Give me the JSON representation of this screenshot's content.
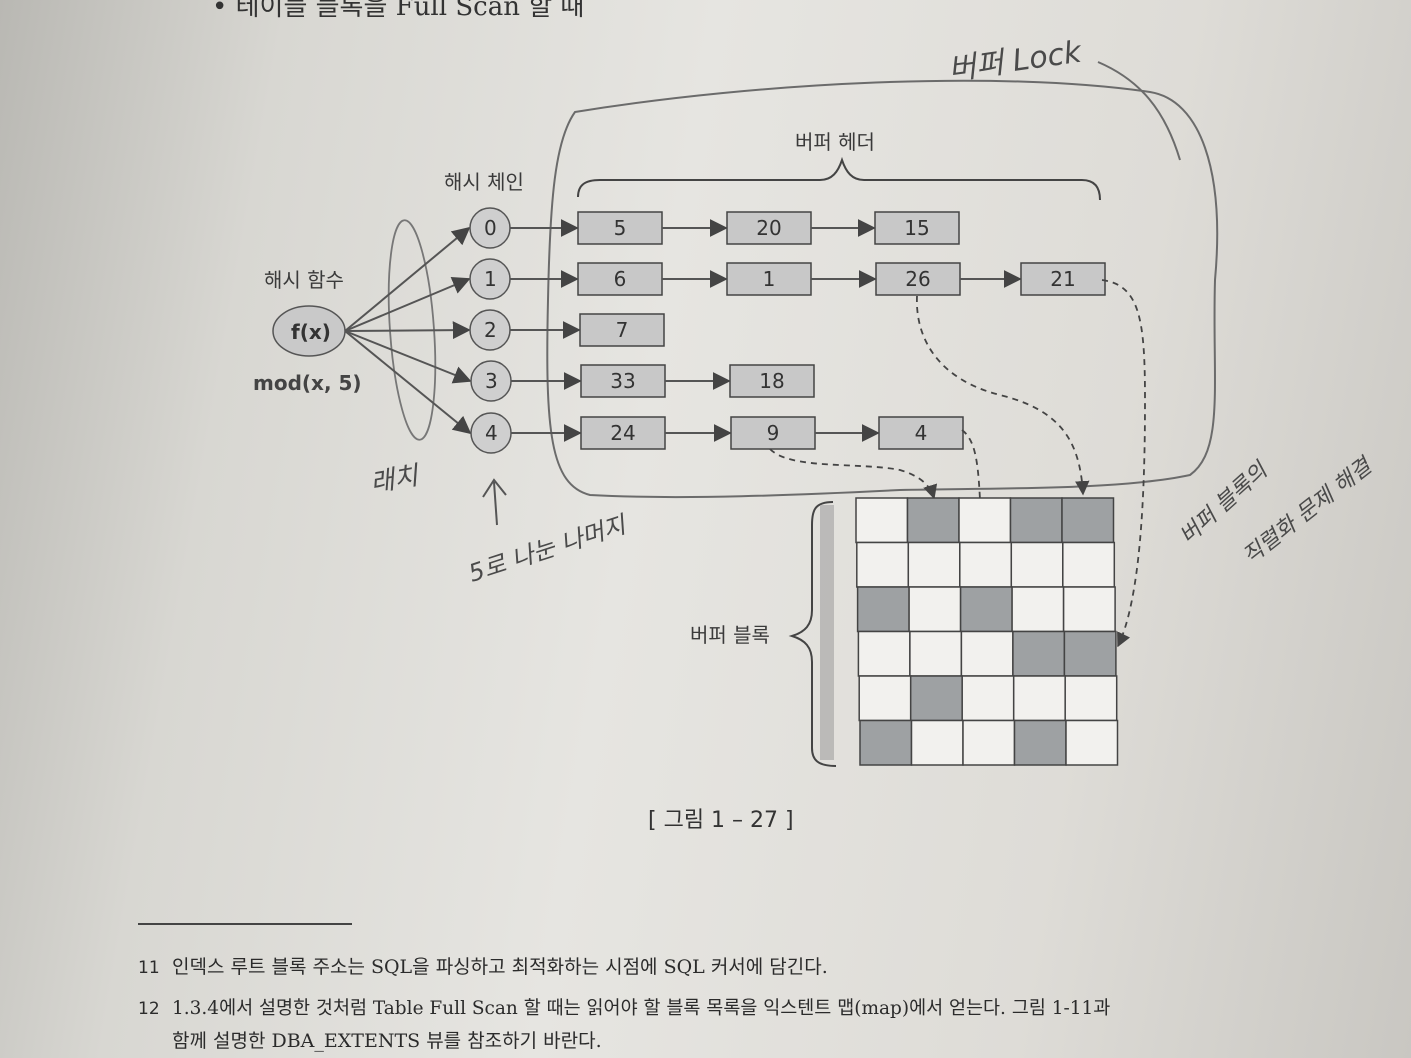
{
  "top_text": "• 테이블 블록을 Full Scan 할 때",
  "labels": {
    "hash_function": "해시 함수",
    "fx": "f(x)",
    "mod": "mod(x, 5)",
    "hash_chain": "해시 체인",
    "buffer_header": "버퍼 헤더",
    "buffer_block": "버퍼 블록"
  },
  "chain_nodes": [
    "0",
    "1",
    "2",
    "3",
    "4"
  ],
  "chains": [
    [
      "5",
      "20",
      "15"
    ],
    [
      "6",
      "1",
      "26",
      "21"
    ],
    [
      "7"
    ],
    [
      "33",
      "18"
    ],
    [
      "24",
      "9",
      "4"
    ]
  ],
  "block_grid_shaded": [
    [
      0,
      1,
      0,
      1,
      1
    ],
    [
      0,
      0,
      0,
      0,
      0
    ],
    [
      1,
      0,
      1,
      0,
      0
    ],
    [
      0,
      0,
      0,
      1,
      1
    ],
    [
      0,
      1,
      0,
      0,
      0
    ],
    [
      1,
      0,
      0,
      1,
      0
    ]
  ],
  "handwritten": {
    "buffer_lock": "버퍼 Lock",
    "latch": "래치",
    "mod_note": "5로 나눈 나머지",
    "side_note_1": "버퍼 블록의",
    "side_note_2": "직렬화 문제 해결"
  },
  "caption": "[ 그림 1 – 27 ]",
  "footnotes": [
    {
      "num": "11",
      "text": "인덱스 루트 블록 주소는 SQL을 파싱하고 최적화하는 시점에 SQL 커서에 담긴다."
    },
    {
      "num": "12",
      "text": "1.3.4에서 설명한 것처럼 Table Full Scan 할 때는 읽어야 할 블록 목록을 익스텐트 맵(map)에서 얻는다. 그림 1-11과"
    },
    {
      "num": "",
      "text": "함께 설명한 DBA_EXTENTS 뷰를 참조하기 바란다."
    }
  ]
}
